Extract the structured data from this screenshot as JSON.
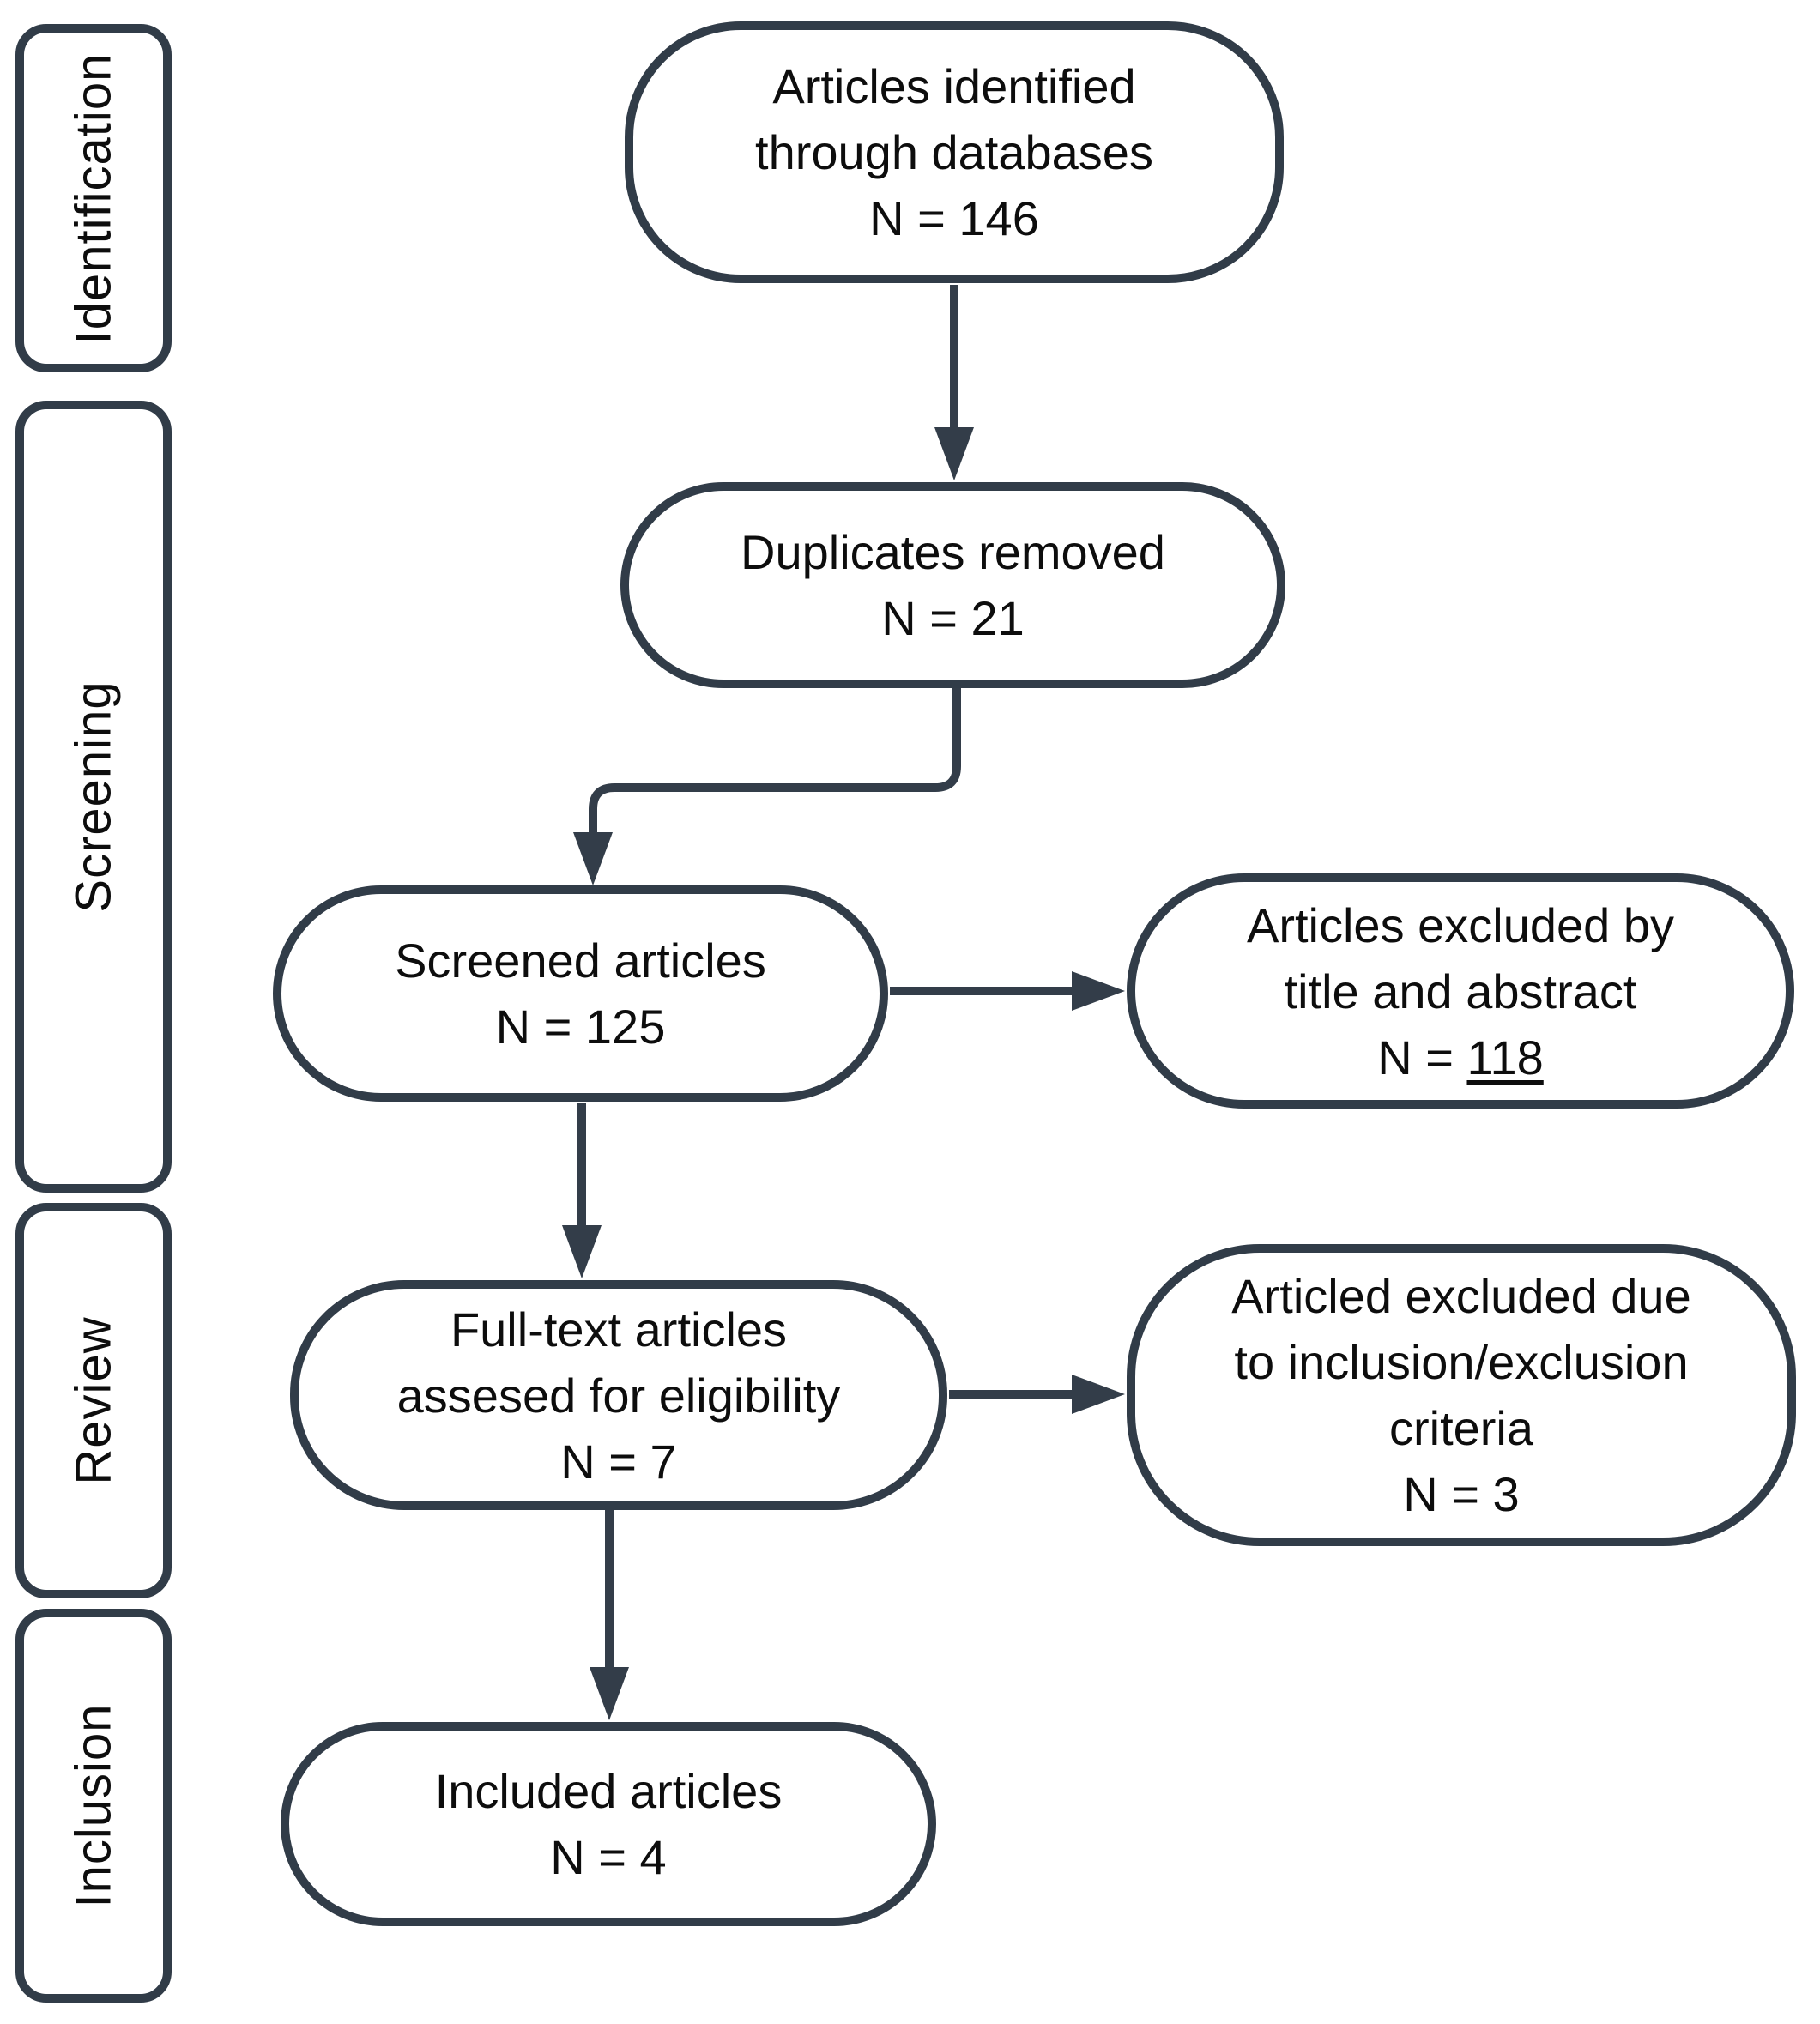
{
  "diagram": {
    "type": "prisma-flowchart",
    "colors": {
      "line": "#333d49",
      "text": "#0d0d0d",
      "background": "#ffffff"
    },
    "stages": [
      {
        "label": "Identification"
      },
      {
        "label": "Screening"
      },
      {
        "label": "Review"
      },
      {
        "label": "Inclusion"
      }
    ],
    "nodes": [
      {
        "id": "articles-identified",
        "lines": [
          "Articles identified",
          "through databases",
          "N = 146"
        ]
      },
      {
        "id": "duplicates-removed",
        "lines": [
          "Duplicates removed",
          "N = 21"
        ]
      },
      {
        "id": "screened-articles",
        "lines": [
          "Screened articles",
          "N = 125"
        ]
      },
      {
        "id": "excluded-title-abstract",
        "lines": [
          "Articles excluded by",
          "title and abstract"
        ],
        "n_prefix": "N = ",
        "n_value": "118"
      },
      {
        "id": "fulltext-assessed",
        "lines": [
          "Full-text articles",
          "assesed for eligibility",
          "N = 7"
        ]
      },
      {
        "id": "excluded-criteria",
        "lines": [
          "Articled excluded due",
          "to inclusion/exclusion",
          "criteria",
          "N = 3"
        ]
      },
      {
        "id": "included-articles",
        "lines": [
          "Included articles",
          "N = 4"
        ]
      }
    ],
    "edges": [
      {
        "from": "articles-identified",
        "to": "duplicates-removed"
      },
      {
        "from": "duplicates-removed",
        "to": "screened-articles"
      },
      {
        "from": "screened-articles",
        "to": "excluded-title-abstract"
      },
      {
        "from": "screened-articles",
        "to": "fulltext-assessed"
      },
      {
        "from": "fulltext-assessed",
        "to": "excluded-criteria"
      },
      {
        "from": "fulltext-assessed",
        "to": "included-articles"
      }
    ]
  }
}
